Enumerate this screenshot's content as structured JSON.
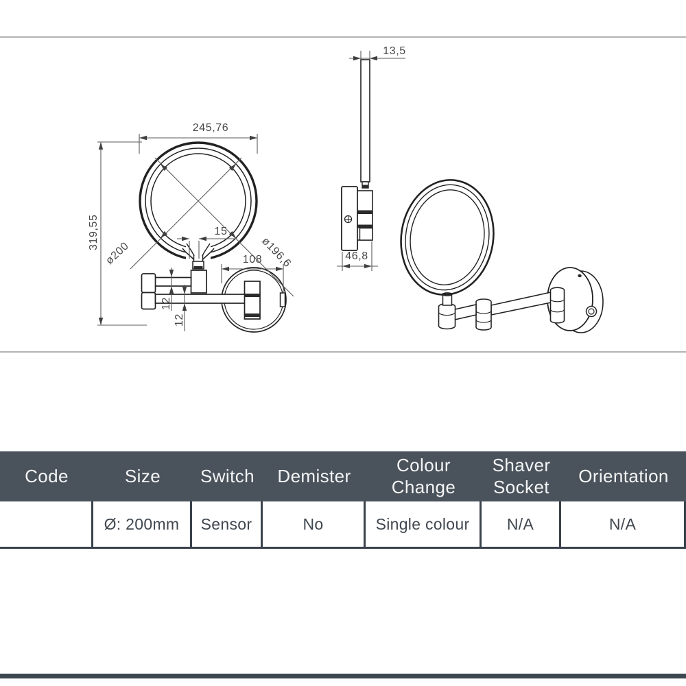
{
  "colors": {
    "header_bg": "#4a525b",
    "header_text": "#f4f5f6",
    "cell_text": "#3f474f",
    "cell_border": "#39424b",
    "divider": "#b3b3b3",
    "drawing_line": "#222222",
    "dim_text": "#474747",
    "bottom_bar": "#3d4750"
  },
  "drawing": {
    "front_view": {
      "dim_width": "245,76",
      "dim_height": "319,55",
      "dim_outer_diameter": "ø200",
      "dim_inner_diameter": "ø196,6",
      "dim_stem_width": "15",
      "dim_arm_reach": "108",
      "dim_upper_arm": "12",
      "dim_lower_arm": "12"
    },
    "side_view": {
      "dim_thickness": "13,5",
      "dim_wall_depth": "46,8"
    }
  },
  "table": {
    "headers": [
      "Code",
      "Size",
      "Switch",
      "Demister",
      "Colour\nChange",
      "Shaver\nSocket",
      "Orientation"
    ],
    "row": [
      "",
      "Ø: 200mm",
      "Sensor",
      "No",
      "Single colour",
      "N/A",
      "N/A"
    ]
  }
}
